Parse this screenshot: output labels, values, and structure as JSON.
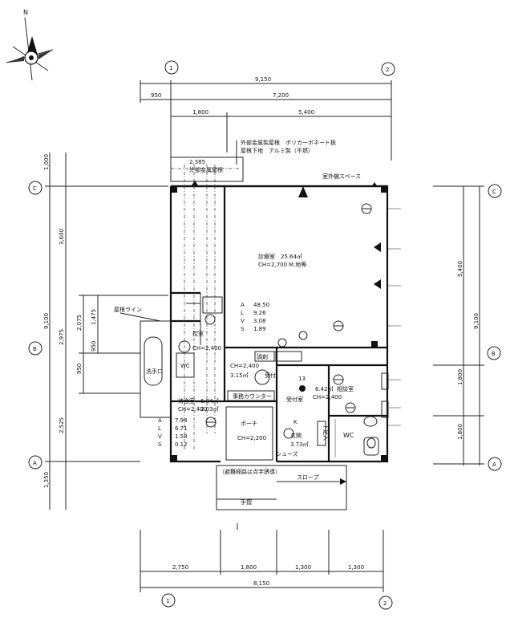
{
  "north": {
    "label": "N"
  },
  "grid": {
    "col1": "1",
    "col2": "2",
    "rowA": "A",
    "rowB": "B",
    "rowC": "C"
  },
  "top_dims": {
    "overall": "9,150",
    "left_off": "950",
    "span": "7,200",
    "seg1": "1,800",
    "seg2": "5,400"
  },
  "bottom_dims": {
    "overall": "8,150",
    "seg1": "2,750",
    "seg2": "1,800",
    "seg3": "1,300",
    "seg4": "1,300"
  },
  "left_dims": {
    "top": "1,000",
    "upper": "3,600",
    "overall": "9,100",
    "mid1": "2,075",
    "mid2": "1,475",
    "mid3": "2,975",
    "mid4": "950",
    "mid5": "950",
    "lower": "2,525",
    "bottom": "1,350"
  },
  "right_dims": {
    "upper": "5,400",
    "overall": "9,100",
    "mid": "1,800",
    "lower": "1,800"
  },
  "notes": {
    "exterior1": "外部金属製屋根　ポリカーボネート板",
    "exterior2": "屋根下地　アルミ製（不燃）",
    "sub_dim": "2,385",
    "eave": "外部金属屋根",
    "outdoor_unit": "室外機スペース",
    "eave_line": "屋根ライン",
    "guide": "（避難経路は点字誘導）",
    "slope": "スロープ",
    "handrail": "手摺"
  },
  "rooms": {
    "clinic_name": "診療室",
    "clinic_area": "25.64㎡",
    "clinic_ceiling": "CH=2,700",
    "clinic_note": "M.地等",
    "waiting_name": "待合室",
    "waiting_area": "6.84㎡",
    "waiting_ceiling": "CH=2,400",
    "waiting_extra": "2.03㎡",
    "staff": "控室",
    "staff_ceiling": "CH=2,400",
    "wash": "洗手口",
    "reception": "受付",
    "reception_area": "3.15㎡",
    "reception_ceiling": "CH=2,400",
    "room2": "調剤",
    "corridor": "事務カウンター",
    "lobby": "受付室",
    "consult_name": "相談室",
    "consult_area": "6.42㎡",
    "consult_ceiling": "CH=2,400",
    "consult_code": "13",
    "wc": "WC",
    "porch": "ポーチ",
    "porch_ceiling": "CH=2,200",
    "entrance": "玄関",
    "entrance_area": "3.73㎡",
    "shoe": "下足入",
    "shoe2": "シューズ",
    "drug": "K"
  },
  "waiting_stats": {
    "A": "7.94",
    "L": "6.71",
    "V": "1.58",
    "S": "0.12"
  },
  "clinic_stats": {
    "A": "48.50",
    "L": "9.26",
    "V": "3.08",
    "S": "1.89"
  },
  "stat_keys": {
    "A": "A",
    "L": "L",
    "V": "V",
    "S": "S"
  }
}
